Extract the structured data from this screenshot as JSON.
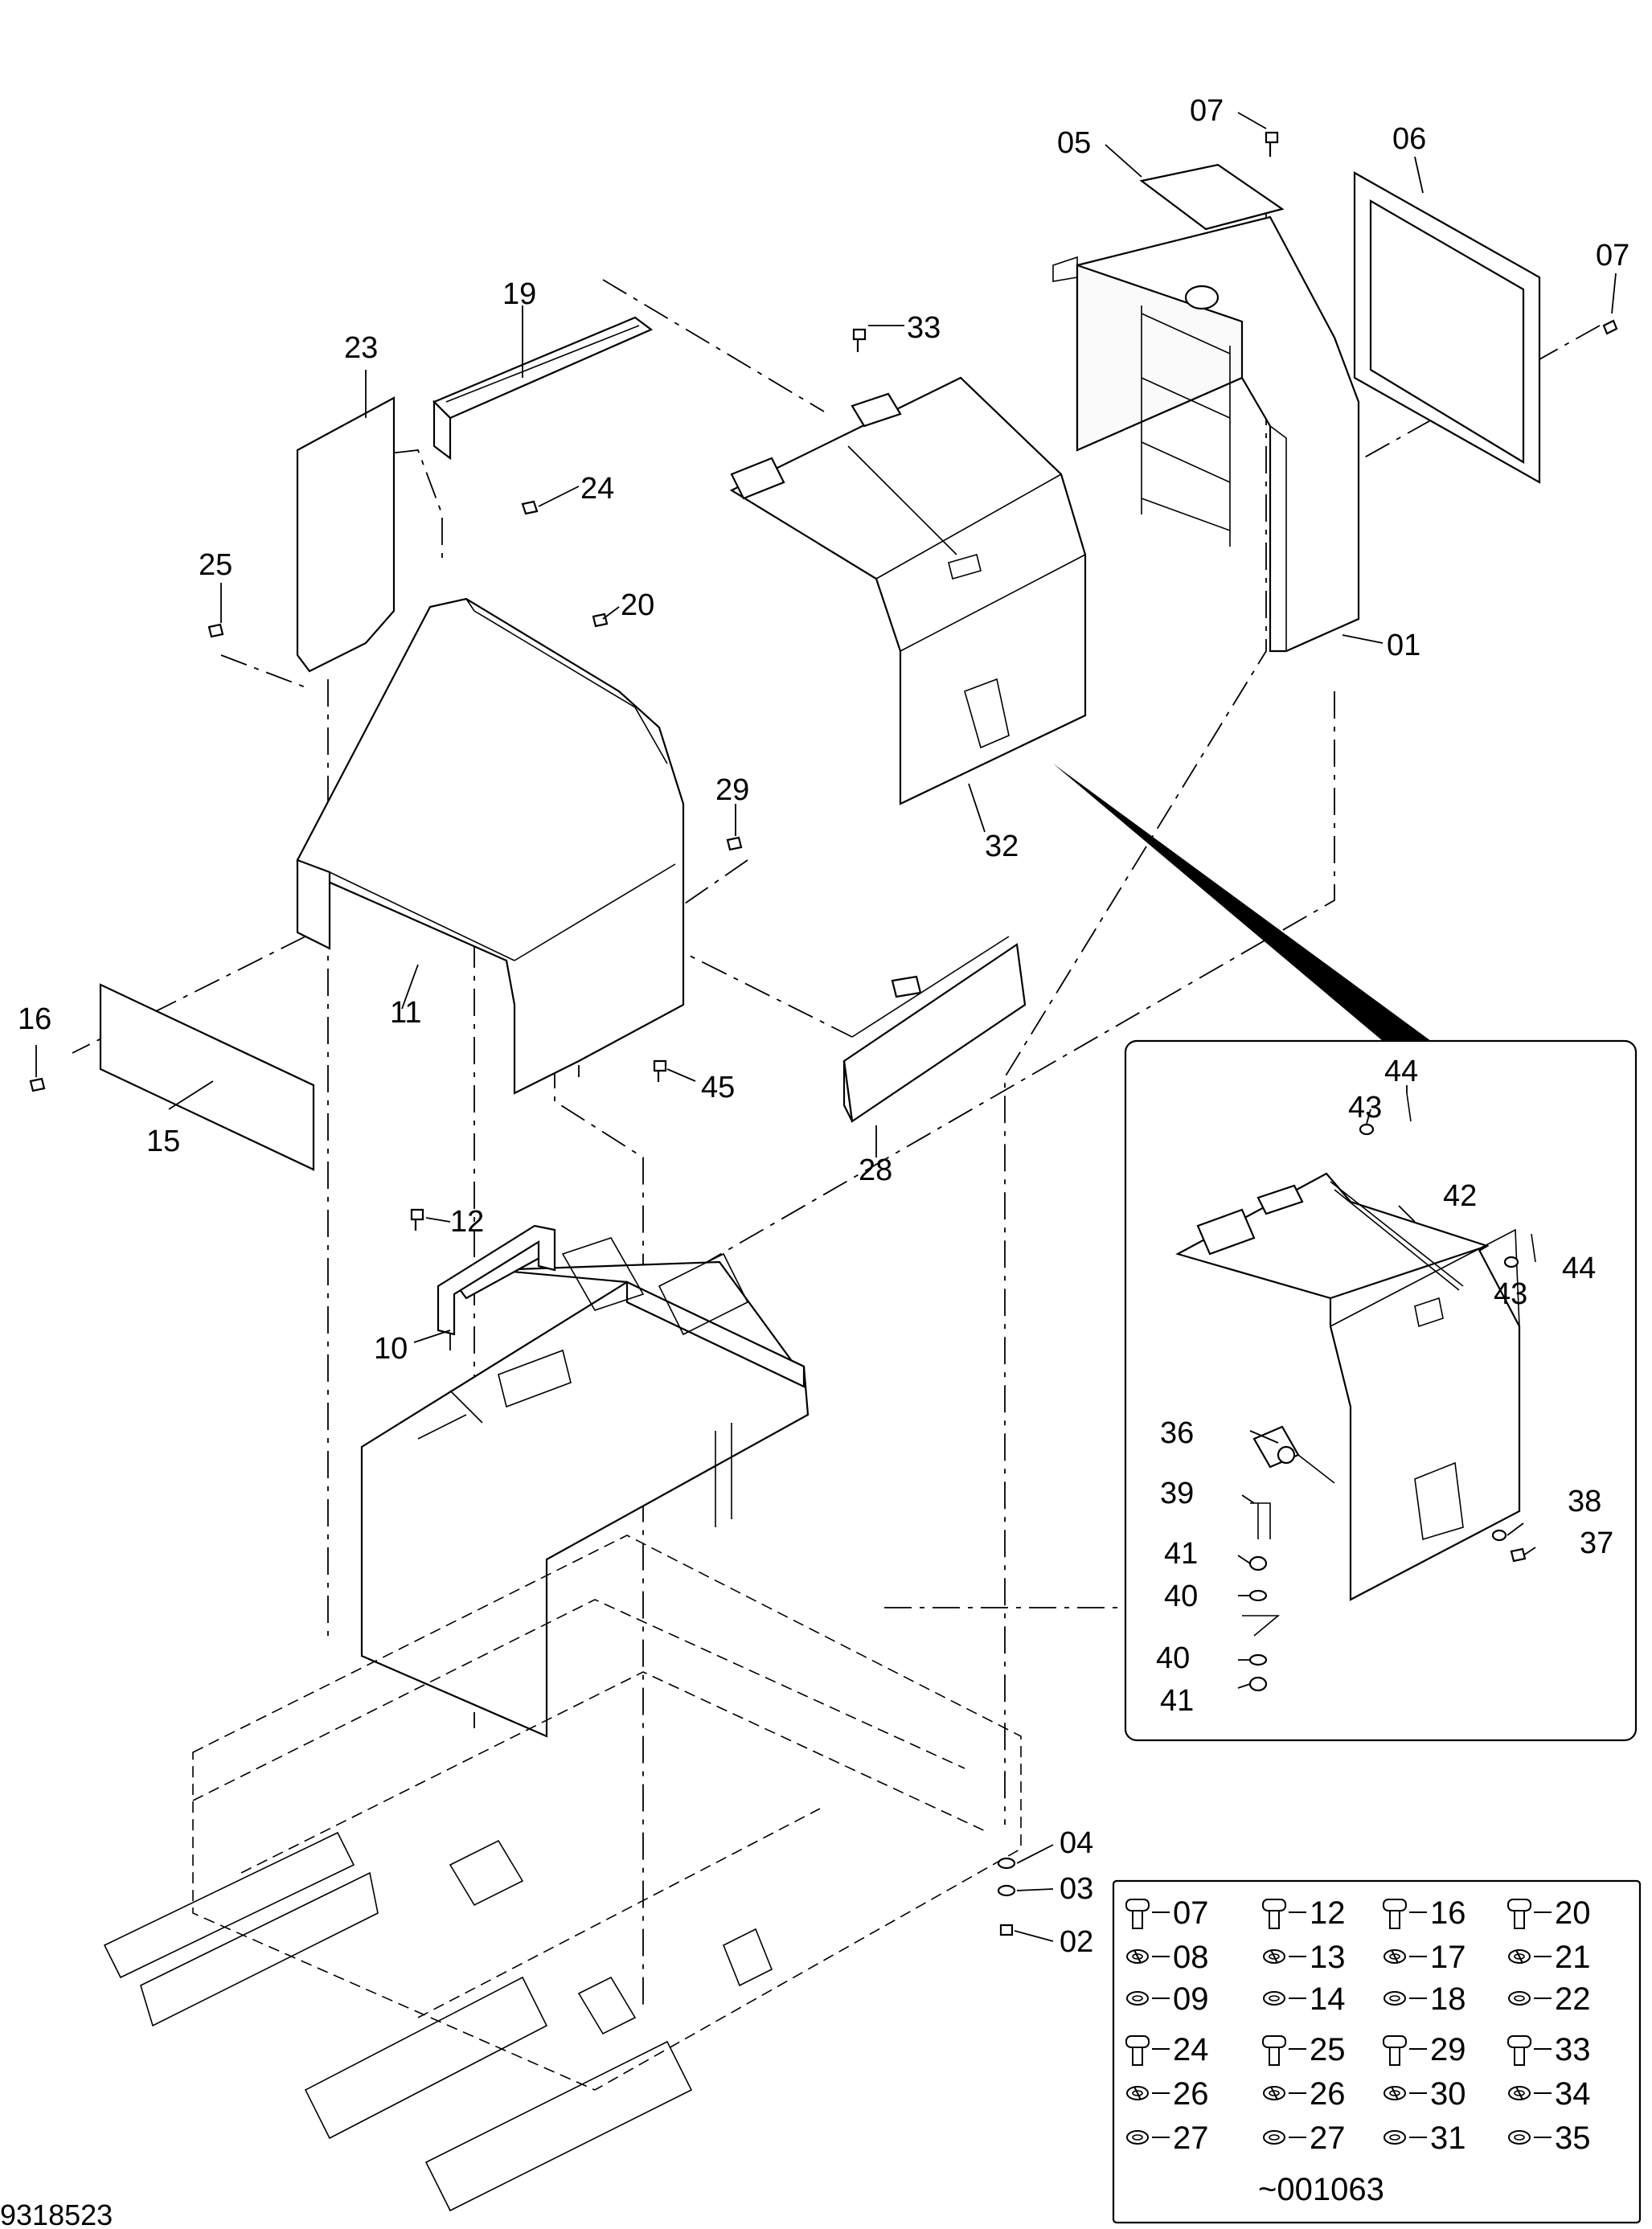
{
  "drawing_number": "9318523",
  "part_labels": {
    "p01": "01",
    "p02": "02",
    "p03": "03",
    "p04": "04",
    "p05": "05",
    "p06": "06",
    "p07a": "07",
    "p07b": "07",
    "p10": "10",
    "p11": "11",
    "p12": "12",
    "p15": "15",
    "p16": "16",
    "p19": "19",
    "p20": "20",
    "p23": "23",
    "p24": "24",
    "p25": "25",
    "p28": "28",
    "p29": "29",
    "p32": "32",
    "p33": "33",
    "p45": "45"
  },
  "detail_labels": {
    "d36": "36",
    "d37": "37",
    "d38": "38",
    "d39": "39",
    "d40a": "40",
    "d40b": "40",
    "d41a": "41",
    "d41b": "41",
    "d42": "42",
    "d43a": "43",
    "d43b": "43",
    "d44a": "44",
    "d44b": "44"
  },
  "fastener_legend": {
    "rows": [
      [
        "07",
        "12",
        "16",
        "20"
      ],
      [
        "08",
        "13",
        "17",
        "21"
      ],
      [
        "09",
        "14",
        "18",
        "22"
      ],
      [
        "24",
        "25",
        "29",
        "33"
      ],
      [
        "26",
        "26",
        "30",
        "34"
      ],
      [
        "27",
        "27",
        "31",
        "35"
      ]
    ],
    "serial_note": "~001063"
  }
}
